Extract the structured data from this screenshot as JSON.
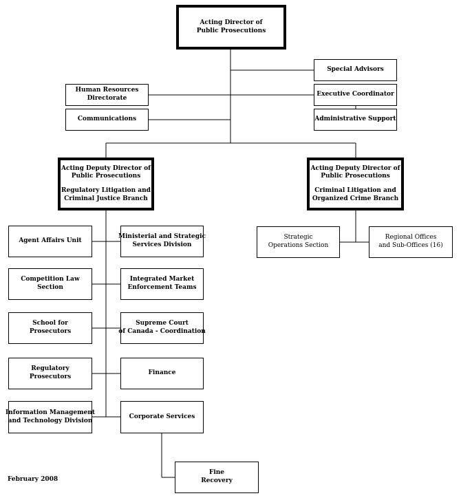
{
  "chart": {
    "director": {
      "line1": "Acting Director of",
      "line2": "Public Prosecutions"
    },
    "special_advisors": "Special Advisors",
    "executive_coordinator": "Executive Coordinator",
    "administrative_support": "Administrative Support",
    "human_resources": {
      "line1": "Human Resources",
      "line2": "Directorate"
    },
    "communications": "Communications",
    "deputy_regulatory": {
      "line1": "Acting Deputy Director of",
      "line2": "Public Prosecutions",
      "line3": "Regulatory Litigation and",
      "line4": "Criminal Justice Branch"
    },
    "deputy_criminal": {
      "line1": "Acting Deputy Director of",
      "line2": "Public Prosecutions",
      "line3": "Criminal Litigation and",
      "line4": "Organized Crime Branch"
    },
    "agent_affairs": "Agent Affairs Unit",
    "ministerial": {
      "line1": "Ministerial and Strategic",
      "line2": "Services Division"
    },
    "competition_law": {
      "line1": "Competition Law",
      "line2": "Section"
    },
    "integrated_market": {
      "line1": "Integrated Market",
      "line2": "Enforcement Teams"
    },
    "school": {
      "line1": "School for",
      "line2": "Prosecutors"
    },
    "supreme_court": {
      "line1": "Supreme Court",
      "line2": "of Canada - Coordination"
    },
    "regulatory_prosecutors": {
      "line1": "Regulatory",
      "line2": "Prosecutors"
    },
    "finance": "Finance",
    "info_management": {
      "line1": "Information Management",
      "line2": "and Technology Division"
    },
    "corporate_services": "Corporate Services",
    "fine_recovery": {
      "line1": "Fine",
      "line2": "Recovery"
    },
    "strategic_ops": {
      "line1": "Strategic",
      "line2": "Operations Section"
    },
    "regional_offices": {
      "line1": "Regional Offices",
      "line2": "and Sub-Offices (16)"
    }
  },
  "footer": {
    "date": "February 2008"
  }
}
